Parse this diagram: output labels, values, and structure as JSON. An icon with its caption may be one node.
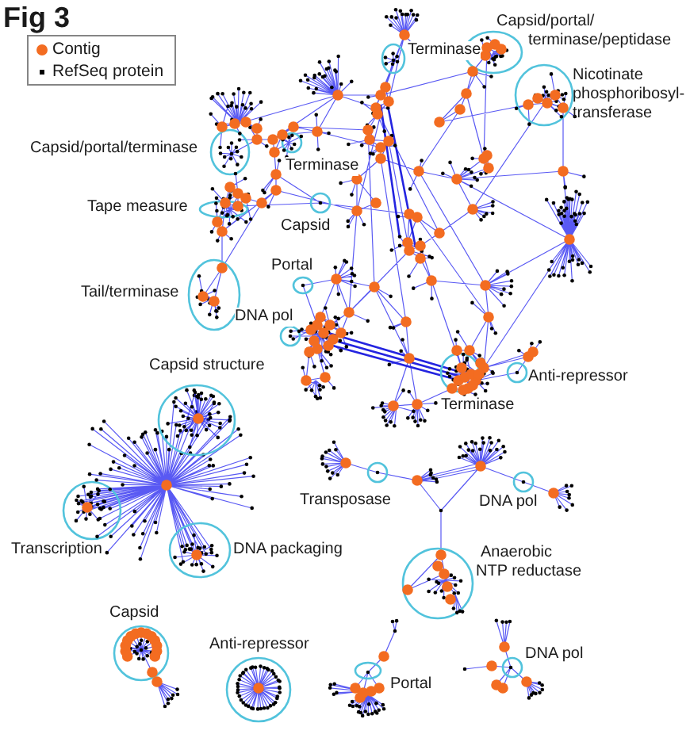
{
  "diagram": {
    "title": "Fig 3",
    "labels": [
      "Capsid/portal/ terminase/peptidase",
      "Terminase",
      "Nicotinate phosphoribosyl-transferase",
      "Capsid/portal/terminase",
      "Terminase",
      "Tape measure",
      "Capsid",
      "Portal",
      "Tail/terminase",
      "DNA pol",
      "Capsid structure",
      "Anti-repressor",
      "Terminase",
      "Transposase",
      "DNA pol",
      "Transcription",
      "DNA packaging",
      "Anaerobic NTP reductase",
      "Capsid",
      "Anti-repressor",
      "DNA pol",
      "Portal"
    ],
    "legend": [
      {
        "text": "Contig",
        "color": "#f36c21"
      },
      {
        "text": "RefSeq protein",
        "color": "#000000"
      }
    ]
  }
}
